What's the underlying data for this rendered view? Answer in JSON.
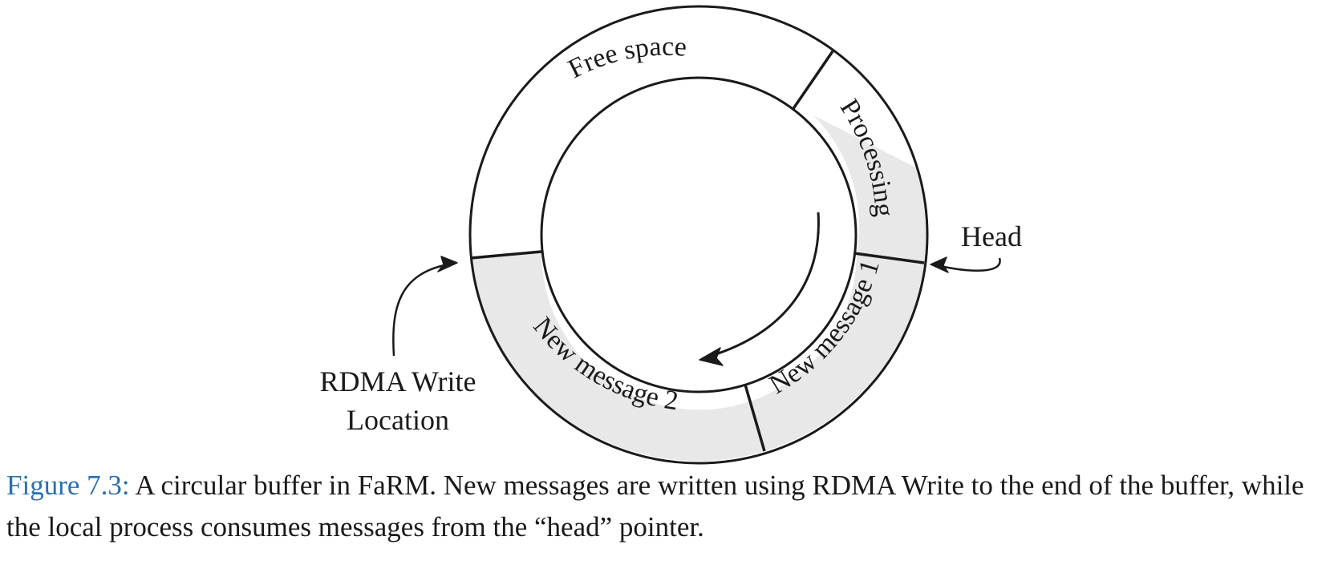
{
  "diagram": {
    "segments": {
      "free_space": "Free  space",
      "processing": "Processing",
      "new_message_1": "New message 1",
      "new_message_2": "New message 2"
    },
    "labels": {
      "head": "Head",
      "rdma_line1": "RDMA Write",
      "rdma_line2": "Location"
    },
    "colors": {
      "occupied_fill": "#e8e8e8",
      "stroke": "#1a1a1a"
    },
    "icons": [
      "consume-direction-arrow-icon",
      "head-pointer-arrow-icon",
      "rdma-pointer-arrow-icon"
    ]
  },
  "caption": {
    "figure_number": "Figure 7.3:",
    "text": " A circular buffer in FaRM. New messages are written using RDMA Write to the end of the buffer, while the local process consumes messages from the “head” pointer."
  }
}
